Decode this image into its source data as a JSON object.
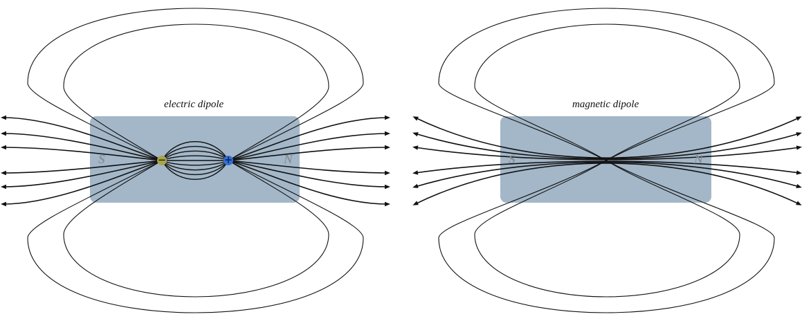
{
  "panels": {
    "electric": {
      "title": "electric dipole",
      "south_label": "S",
      "north_label": "N",
      "negative_sign": "−",
      "positive_sign": "+"
    },
    "magnetic": {
      "title": "magnetic dipole",
      "south_label": "S",
      "north_label": "N"
    }
  },
  "colors": {
    "magnet_box": "#a3b7c8",
    "negative_charge": "#a9a548",
    "positive_charge": "#2f6fe0",
    "field_line": "#111111"
  }
}
